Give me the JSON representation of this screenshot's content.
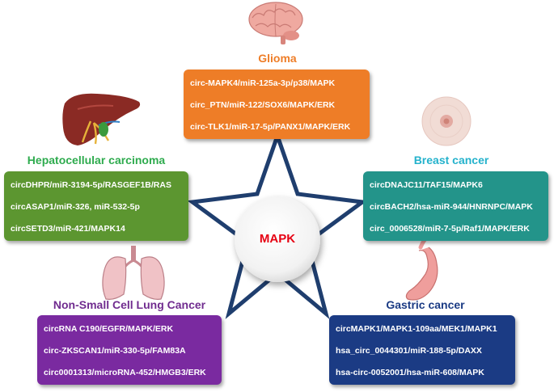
{
  "center": {
    "label": "MAPK",
    "color": "#e60012"
  },
  "diseases": {
    "glioma": {
      "title": "Glioma",
      "icon": "brain-icon",
      "color": "#ee7d27",
      "items": [
        "circ-MAPK4/miR-125a-3p/p38/MAPK",
        "circ_PTN/miR-122/SOX6/MAPK/ERK",
        "circ-TLK1/miR-17-5p/PANX1/MAPK/ERK"
      ]
    },
    "hcc": {
      "title": "Hepatocellular carcinoma",
      "icon": "liver-icon",
      "color": "#5c9630",
      "title_color": "#2eab4e",
      "items": [
        "circDHPR/miR-3194-5p/RASGEF1B/RAS",
        "circASAP1/miR-326, miR-532-5p",
        "circSETD3/miR-421/MAPK14"
      ]
    },
    "breast": {
      "title": "Breast cancer",
      "icon": "breast-icon",
      "color": "#23948a",
      "title_color": "#24b2cc",
      "items": [
        "circDNAJC11/TAF15/MAPK6",
        "circBACH2/hsa-miR-944/HNRNPC/MAPK",
        "circ_0006528/miR-7-5p/Raf1/MAPK/ERK"
      ]
    },
    "nsclc": {
      "title": "Non-Small Cell Lung Cancer",
      "icon": "lungs-icon",
      "color": "#7a2aa0",
      "title_color": "#702c8f",
      "items": [
        "circRNA C190/EGFR/MAPK/ERK",
        "circ-ZKSCAN1/miR-330-5p/FAM83A",
        "circ0001313/microRNA-452/HMGB3/ERK"
      ]
    },
    "gastric": {
      "title": "Gastric cancer",
      "icon": "stomach-icon",
      "color": "#1b3b84",
      "title_color": "#1b3b84",
      "items": [
        "circMAPK1/MAPK1-109aa/MEK1/MAPK1",
        "hsa_circ_0044301/miR-188-5p/DAXX",
        "hsa-circ-0052001/hsa-miR-608/MAPK"
      ]
    }
  }
}
